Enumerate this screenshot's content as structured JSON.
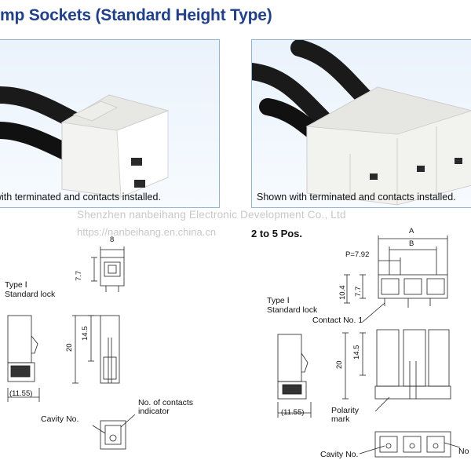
{
  "title": "mp Sockets (Standard Height Type)",
  "photos": [
    {
      "caption": "with terminated and contacts installed."
    },
    {
      "caption": "Shown with terminated and contacts installed."
    }
  ],
  "watermark": {
    "company": "Shenzhen nanbeihang Electronic Development Co., Ltd",
    "url": "https://nanbeihang.en.china.cn"
  },
  "section_label": "2 to 5 Pos.",
  "left_drawing": {
    "type_label": "Type Ⅰ",
    "lock_label": "Standard lock",
    "dim_width": "8",
    "dim_height_small": "7.7",
    "dim_height_total": "20",
    "dim_height_mid": "14.5",
    "dim_depth": "(11.55)",
    "contacts_indicator": "No. of contacts indicator",
    "cavity": "Cavity No."
  },
  "right_drawing": {
    "type_label": "Type Ⅰ",
    "lock_label": "Standard lock",
    "dim_a": "A",
    "dim_b": "B",
    "dim_pitch": "P=7.92",
    "dim_height_outer": "10.4",
    "dim_height_inner": "7.7",
    "contact_no": "Contact No. 1",
    "dim_height_total": "20",
    "dim_height_mid": "14.5",
    "dim_depth": "(11.55)",
    "polarity": "Polarity mark",
    "cavity": "Cavity No.",
    "contacts_indicator_partial": "No"
  }
}
